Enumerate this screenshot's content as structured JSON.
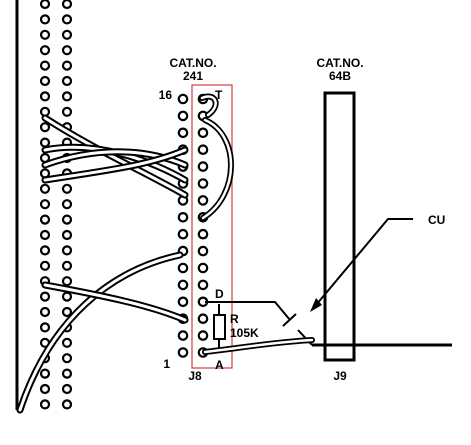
{
  "labels": {
    "cat_no_left": "CAT.NO.",
    "cat_num_left": "241",
    "cat_no_right": "CAT.NO.",
    "cat_num_right": "64B",
    "pin_top_number": "16",
    "pin_bottom_number": "1",
    "terminal_t": "T",
    "terminal_d": "D",
    "terminal_a": "A",
    "resistor_name": "R",
    "resistor_value": "105K",
    "connector_j8": "J8",
    "connector_j9": "J9",
    "cut_callout": "CU"
  },
  "colors": {
    "ink": "#000000",
    "highlight_box": "#d23c3c",
    "background": "#ffffff"
  }
}
